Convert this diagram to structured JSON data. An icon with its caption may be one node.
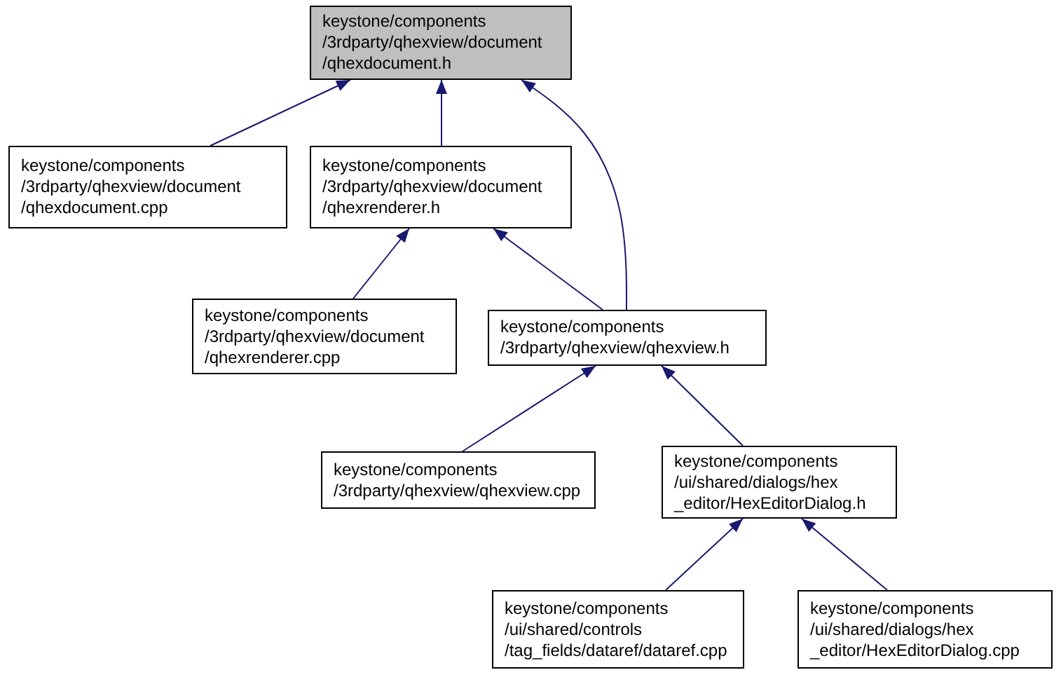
{
  "diagram": {
    "nodes": [
      {
        "text": [
          "keystone/components /3rdparty/qhexview/document /qhexdocument.h"
        ]
      },
      {
        "text": [
          "keystone/components /3rdparty/qhexview/document /qhexdocument.cpp"
        ]
      },
      {
        "text": [
          "keystone/components /3rdparty/qhexview/document /qhexrenderer.h"
        ]
      },
      {
        "text": [
          "keystone/components /3rdparty/qhexview/document /qhexrenderer.cpp"
        ]
      },
      {
        "text": [
          "keystone/components /3rdparty/qhexview/qhexview.h"
        ]
      },
      {
        "text": [
          "keystone/components /3rdparty/qhexview/qhexview.cpp"
        ]
      },
      {
        "text": [
          "keystone/components /ui/shared/dialogs/hex _editor/HexEditorDialog.h"
        ]
      },
      {
        "text": [
          "keystone/components /ui/shared/controls /tag_fields/dataref/dataref.cpp"
        ]
      },
      {
        "text": [
          "keystone/components /ui/shared/dialogs/hex _editor/HexEditorDialog.cpp"
        ]
      }
    ],
    "edges": [
      {
        "from": 1,
        "to": 0,
        "arrow": "to"
      },
      {
        "from": 2,
        "to": 0,
        "arrow": "to"
      },
      {
        "from": 4,
        "to": 0,
        "arrow": "to"
      },
      {
        "from": 3,
        "to": 2,
        "arrow": "to"
      },
      {
        "from": 4,
        "to": 2,
        "arrow": "to"
      },
      {
        "from": 5,
        "to": 4,
        "arrow": "to"
      },
      {
        "from": 6,
        "to": 4,
        "arrow": "to"
      },
      {
        "from": 7,
        "to": 6,
        "arrow": "to"
      },
      {
        "from": 8,
        "to": 6,
        "arrow": "to"
      }
    ]
  }
}
